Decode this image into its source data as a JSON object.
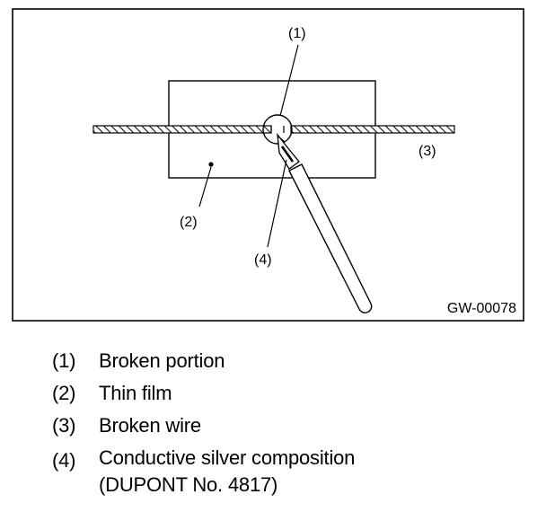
{
  "diagram": {
    "figure_code": "GW-00078",
    "callouts": {
      "c1": "(1)",
      "c2": "(2)",
      "c3": "(3)",
      "c4": "(4)"
    }
  },
  "legend": [
    {
      "number": "(1)",
      "text": "Broken portion"
    },
    {
      "number": "(2)",
      "text": "Thin film"
    },
    {
      "number": "(3)",
      "text": "Broken wire"
    },
    {
      "number": "(4)",
      "text": "Conductive silver composition",
      "text_line2": "(DUPONT No. 4817)"
    }
  ]
}
